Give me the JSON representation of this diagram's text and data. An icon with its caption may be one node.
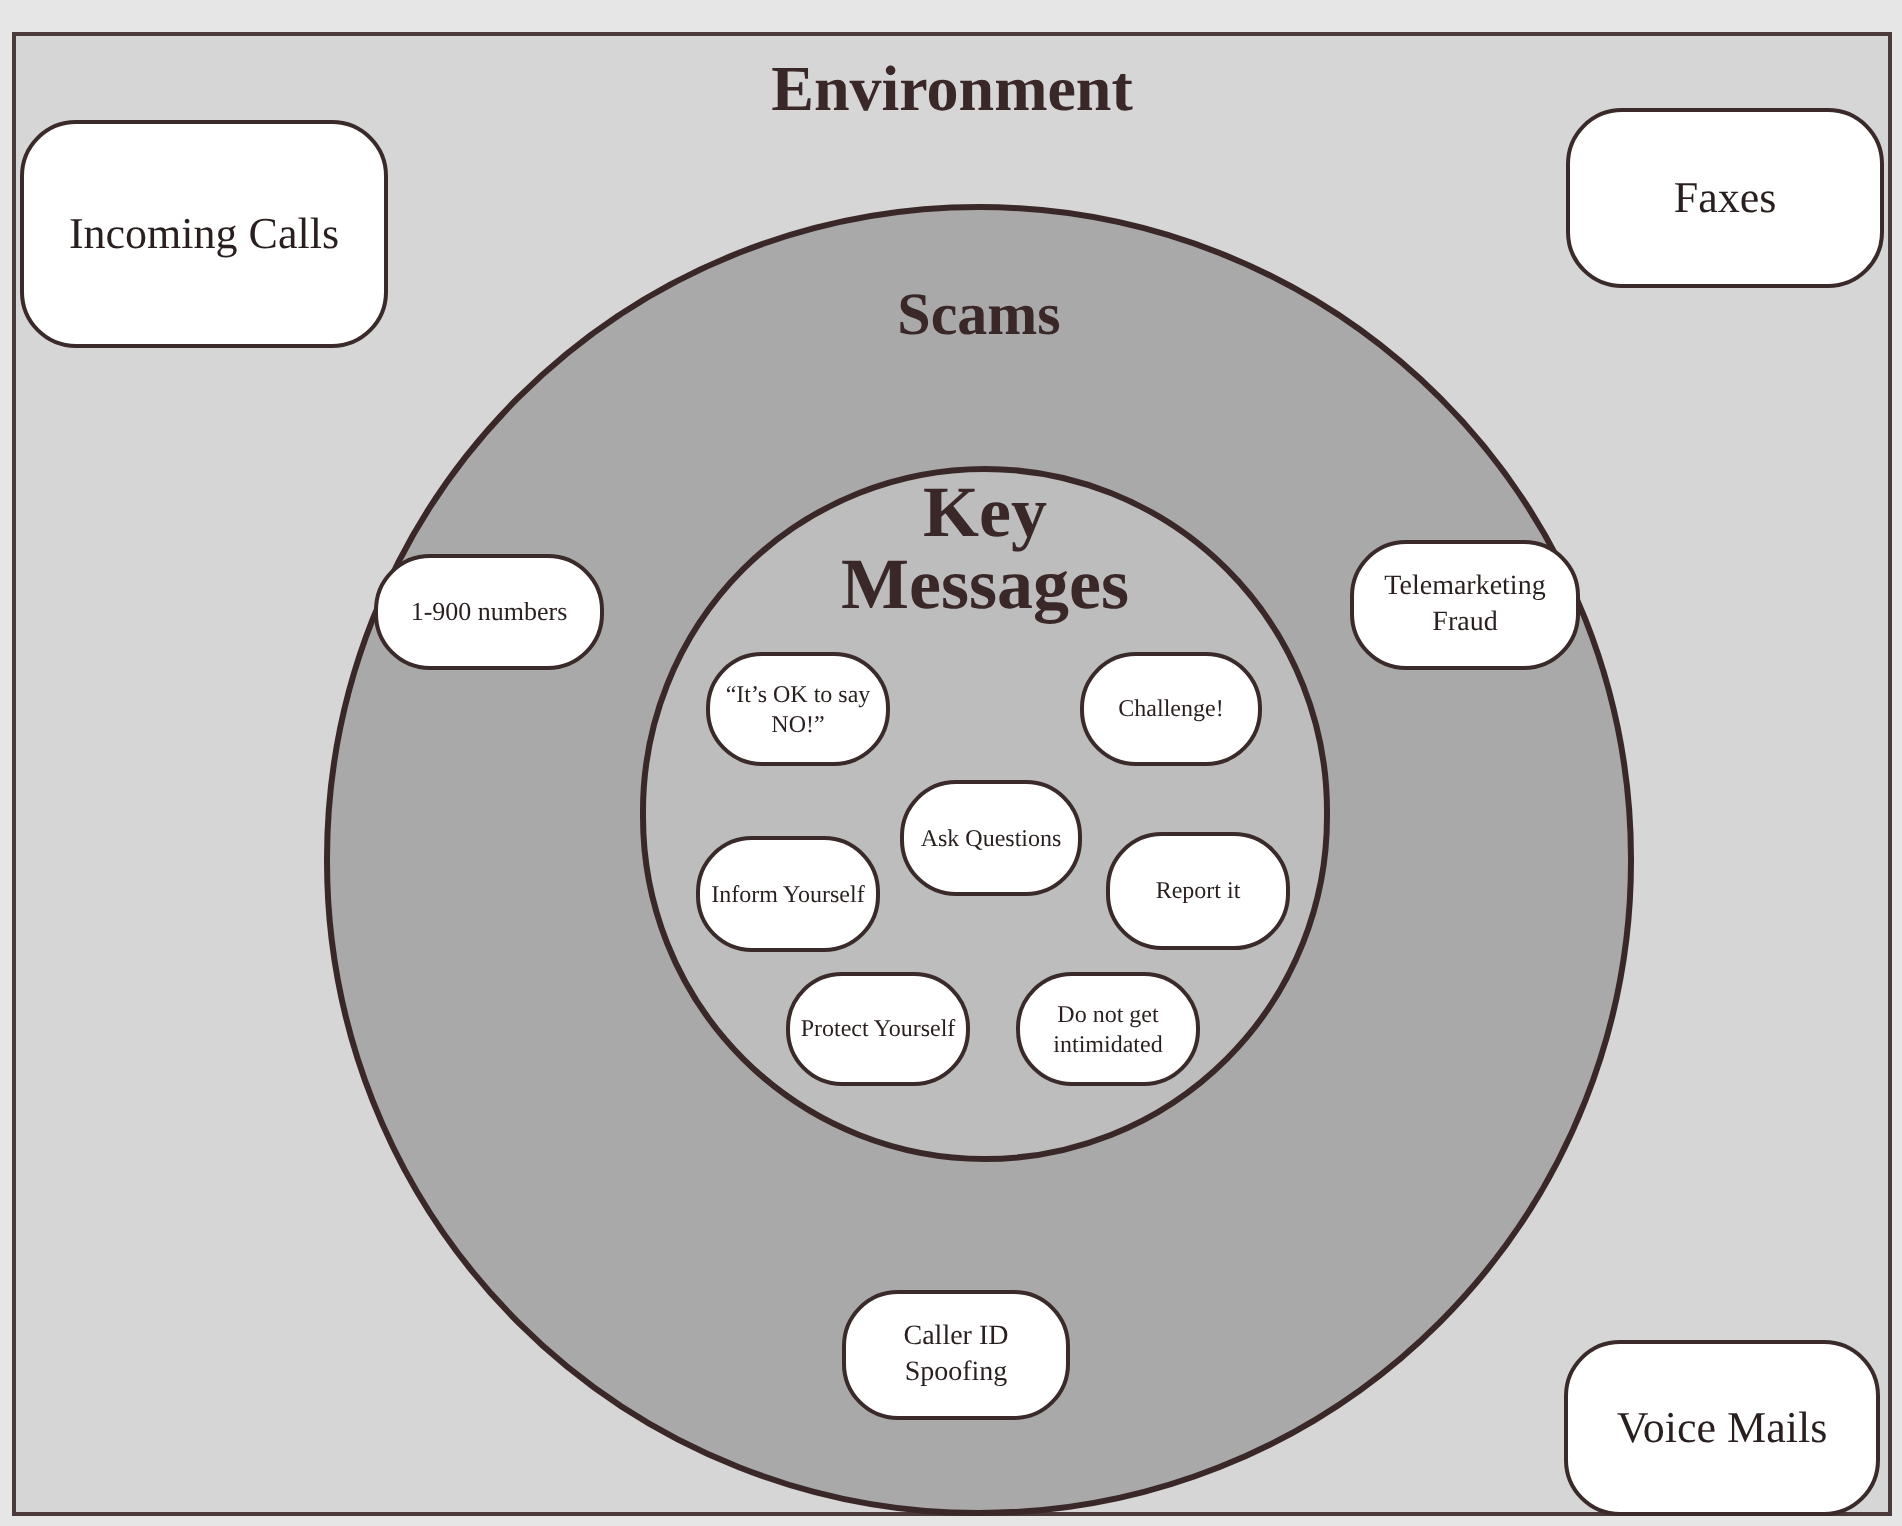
{
  "diagram": {
    "nodes": [
      {
        "text": [
          "Environment"
        ]
      },
      {
        "text": [
          "Incoming Calls"
        ],
        "in": 0
      },
      {
        "text": [
          "Faxes"
        ],
        "in": 0
      },
      {
        "text": [
          "Scams"
        ],
        "in": 0
      },
      {
        "text": [
          "1-900 numbers"
        ],
        "in": 3
      },
      {
        "text": [
          "Telemarketing Fraud"
        ],
        "in": 3
      },
      {
        "text": [
          "Key Messages"
        ],
        "in": 3
      },
      {
        "text": [
          "“It’s OK to say NO!”"
        ],
        "in": 6
      },
      {
        "text": [
          "Challenge!"
        ],
        "in": 6
      },
      {
        "text": [
          "Ask Questions"
        ],
        "in": 6
      },
      {
        "text": [
          "Inform Yourself"
        ],
        "in": 6
      },
      {
        "text": [
          "Report it"
        ],
        "in": 6
      },
      {
        "text": [
          "Protect Yourself"
        ],
        "in": 6
      },
      {
        "text": [
          "Do not get intimidated"
        ],
        "in": 6
      },
      {
        "text": [
          "Caller ID Spoofing"
        ],
        "in": 3
      },
      {
        "text": [
          "Voice Mails"
        ],
        "in": 0
      }
    ]
  }
}
